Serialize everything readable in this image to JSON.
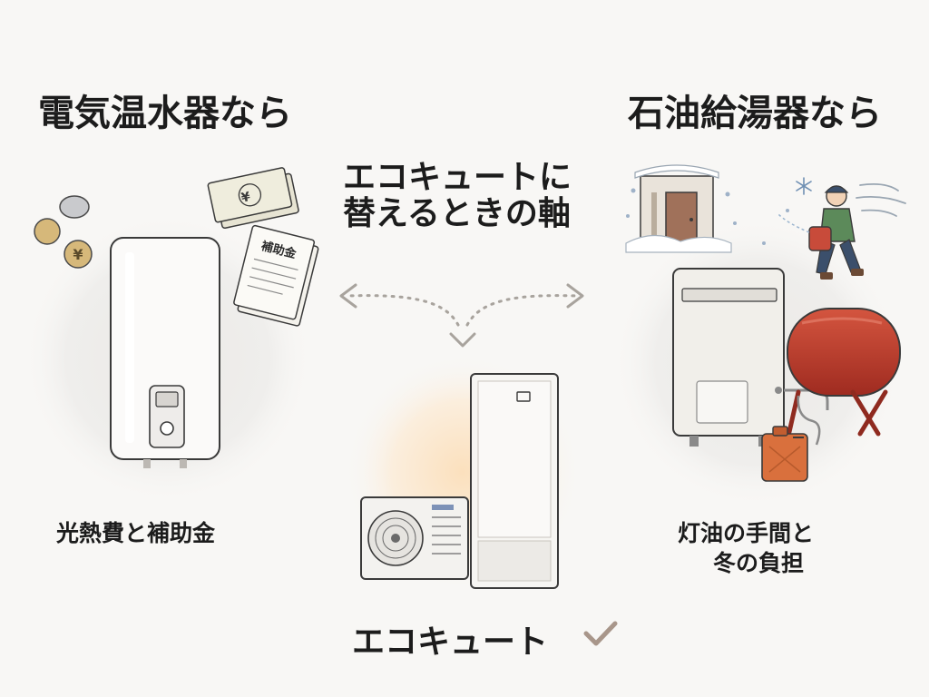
{
  "left": {
    "title": "電気温水器なら",
    "caption": "光熱費と補助金",
    "document_label": "補助金",
    "currency_symbol": "¥"
  },
  "center": {
    "title_line1": "エコキュートに",
    "title_line2": "替えるときの軸",
    "label": "エコキュート"
  },
  "right": {
    "title": "石油給湯器なら",
    "caption_line1": "灯油の手間と",
    "caption_line2": "冬の負担"
  },
  "colors": {
    "accent_check": "#a8968a",
    "tank_red": "#c0392b",
    "can_orange": "#d9703d",
    "glow_orange": "#fbe3c4"
  }
}
